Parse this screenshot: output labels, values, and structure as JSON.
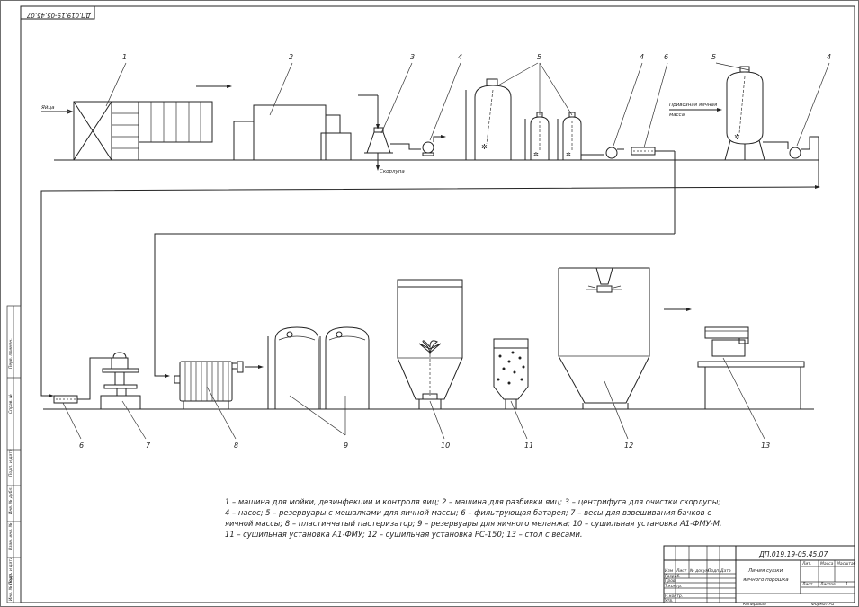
{
  "drawing": {
    "doc_code": "ДП.019.19-05.45.07",
    "doc_code_flipped": "ДП.019.19-05.45.07"
  },
  "labels": {
    "eggs_input": "Яйца",
    "shell_output": "Скорлупа",
    "egg_mass_input_line1": "Привозная яичная",
    "egg_mass_input_line2": "масса"
  },
  "equipment_numbers": {
    "n1": "1",
    "n2": "2",
    "n3": "3",
    "n4a": "4",
    "n5a": "5",
    "n4b": "4",
    "n6a": "6",
    "n5b": "5",
    "n4c": "4",
    "n6b": "6",
    "n7": "7",
    "n8": "8",
    "n9": "9",
    "n10": "10",
    "n11": "11",
    "n12": "12",
    "n13": "13"
  },
  "legend": {
    "line1": "1 – машина для мойки, дезинфекции и контроля яиц; 2 – машина для разбивки яиц; 3 – центрифуга для очистки скорлупы;",
    "line2": "4 – насос; 5 – резервуары с мешалками для яичной массы; 6 – фильтрующая батарея; 7 – весы для взвешивания бачков с",
    "line3": "яичной массы; 8 – пластинчатый пастеризатор; 9 – резервуары для яичного меланжа; 10 – сушильная установка А1-ФМУ-М,",
    "line4": "11 – сушильная установка А1-ФМУ; 12 – сушильная установка РС-150; 13 – стол с весами."
  },
  "title_block": {
    "code": "ДП.019.19-05.45.07",
    "title_line1": "Линия сушки",
    "title_line2": "яичного порошка",
    "col_lit": "Лит.",
    "col_mass": "Масса",
    "col_scale": "Масштаб",
    "sheet": "Лист",
    "sheets": "Листов",
    "sheets_count": "1",
    "row_izm": "Изм",
    "row_list": "Лист",
    "row_doc": "№ докум.",
    "row_sign": "Подп.",
    "row_date": "Дата",
    "role_dev": "Разраб.",
    "role_check": "Пров.",
    "role_tkontr": "Т.контр.",
    "role_nkontr": "Н.контр.",
    "role_utv": "Утв.",
    "copied": "Копировал",
    "format": "Формат   А1"
  },
  "side_stamp": {
    "f1": "Перв. примен.",
    "f2": "Справ. №",
    "f3": "Подп. и дата",
    "f4": "Инв. № дубл.",
    "f5": "Взам. инв. №",
    "f6": "Подп. и дата",
    "f7": "Инв. № подл."
  }
}
